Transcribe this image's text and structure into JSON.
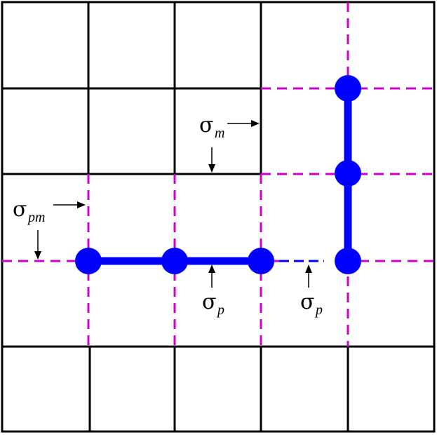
{
  "colors": {
    "background": "#ffffff",
    "grid_line": "#000000",
    "dashed_grid": "#cc00cc",
    "chain": "#0000ff",
    "arrow": "#000000"
  },
  "labels": {
    "sigma_m": {
      "symbol": "σ",
      "subscript": "m"
    },
    "sigma_pm": {
      "symbol": "σ",
      "subscript": "pm"
    },
    "sigma_p_left": {
      "symbol": "σ",
      "subscript": "p"
    },
    "sigma_p_right": {
      "symbol": "σ",
      "subscript": "p"
    }
  }
}
